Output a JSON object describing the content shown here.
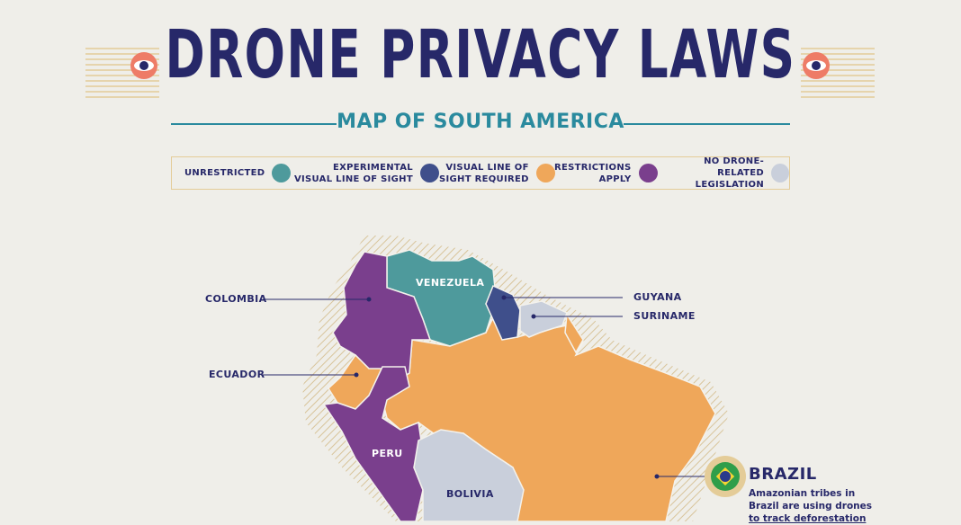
{
  "header": {
    "title": "DRONE PRIVACY LAWS",
    "subtitle": "MAP OF SOUTH AMERICA"
  },
  "legend": [
    {
      "label_line1": "UNRESTRICTED",
      "label_line2": "",
      "color": "#4e9a9c"
    },
    {
      "label_line1": "EXPERIMENTAL",
      "label_line2": "VISUAL LINE OF SIGHT",
      "color": "#3f4f8b"
    },
    {
      "label_line1": "VISUAL LINE OF",
      "label_line2": "SIGHT REQUIRED",
      "color": "#efa75a"
    },
    {
      "label_line1": "RESTRICTIONS",
      "label_line2": "APPLY",
      "color": "#7a3f8d"
    },
    {
      "label_line1": "NO DRONE-RELATED",
      "label_line2": "LEGISLATION",
      "color": "#c9cfdb"
    }
  ],
  "map": {
    "countries": [
      {
        "name": "VENEZUELA",
        "category": "UNRESTRICTED",
        "color": "#4e9a9c"
      },
      {
        "name": "COLOMBIA",
        "category": "RESTRICTIONS APPLY",
        "color": "#7a3f8d"
      },
      {
        "name": "ECUADOR",
        "category": "VISUAL LINE OF SIGHT REQUIRED",
        "color": "#efa75a"
      },
      {
        "name": "PERU",
        "category": "RESTRICTIONS APPLY",
        "color": "#7a3f8d"
      },
      {
        "name": "GUYANA",
        "category": "EXPERIMENTAL VISUAL LINE OF SIGHT",
        "color": "#3f4f8b"
      },
      {
        "name": "SURINAME",
        "category": "NO DRONE-RELATED LEGISLATION",
        "color": "#c9cfdb"
      },
      {
        "name": "BRAZIL",
        "category": "VISUAL LINE OF SIGHT REQUIRED",
        "color": "#efa75a"
      },
      {
        "name": "BOLIVIA",
        "category": "NO DRONE-RELATED LEGISLATION",
        "color": "#c9cfdb"
      }
    ],
    "labels": {
      "colombia": "COLOMBIA",
      "ecuador": "ECUADOR",
      "venezuela": "VENEZUELA",
      "peru": "PERU",
      "bolivia": "BOLIVIA",
      "guyana": "GUYANA",
      "suriname": "SURINAME"
    }
  },
  "brazil_callout": {
    "title": "BRAZIL",
    "text_line1": "Amazonian tribes in",
    "text_line2": "Brazil are using drones",
    "text_line3": "to track deforestation"
  },
  "colors": {
    "navy": "#272869",
    "teal_accent": "#2a8a9e",
    "eye": "#ee7c67",
    "gold": "#e4cc98",
    "background": "#efeee9"
  }
}
